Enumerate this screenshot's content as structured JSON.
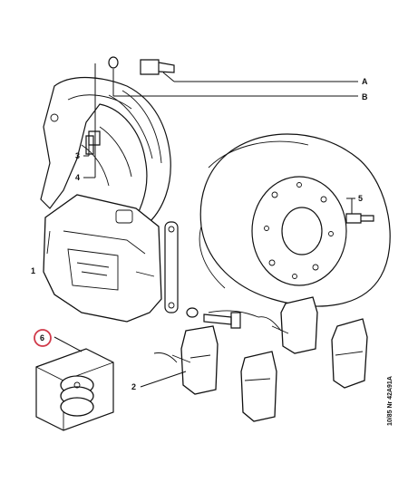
{
  "callouts": {
    "a": "A",
    "b": "B",
    "n1": "1",
    "n2": "2",
    "n3": "3",
    "n4": "4",
    "n5": "5",
    "n6": "6"
  },
  "reference": "10/85 Nr 42A91A",
  "colors": {
    "line": "#111111",
    "highlight": "#d03a4a",
    "background": "#ffffff"
  }
}
